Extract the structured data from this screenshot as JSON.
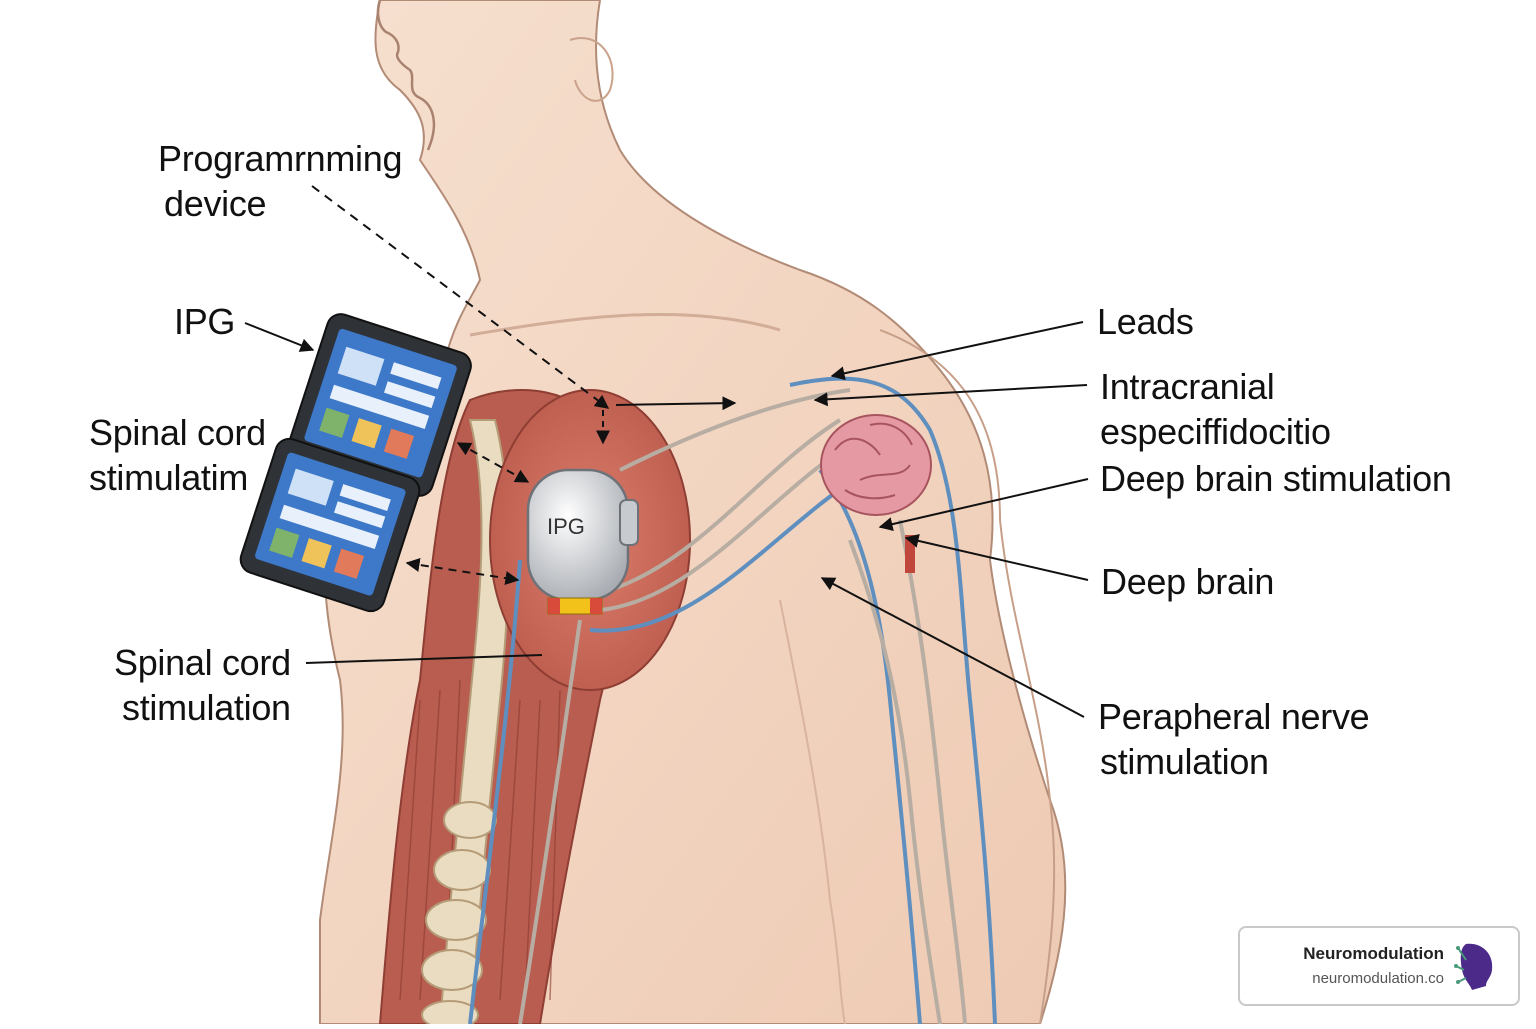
{
  "labels": {
    "programming_device": [
      "Programrnming",
      "device"
    ],
    "ipg_left": "IPG",
    "spinal_cord_stim_1": [
      "Spinal cord",
      "stimulatim"
    ],
    "spinal_cord_stim_2": [
      "Spinal cord",
      "stimulation"
    ],
    "leads": "Leads",
    "intracranial": [
      "Intracranial",
      "especiffidocitio"
    ],
    "deep_brain_stimulation": "Deep brain stimulation",
    "deep_brain": "Deep brain",
    "peripheral_nerve": [
      "Perapheral nerve",
      "stimulation"
    ],
    "ipg_device": "IPG"
  },
  "brand": {
    "name": "Neuromodulation",
    "url": "neuromodulation.co"
  },
  "colors": {
    "skin": "#f3d9c6",
    "muscle": "#c8685a",
    "bone": "#eadcc0",
    "lead_blue": "#5f8fbf",
    "lead_grey": "#b8ada2",
    "brain": "#e59aa3",
    "device": "#d9dbde",
    "tablet_screen": "#3d78c9"
  }
}
